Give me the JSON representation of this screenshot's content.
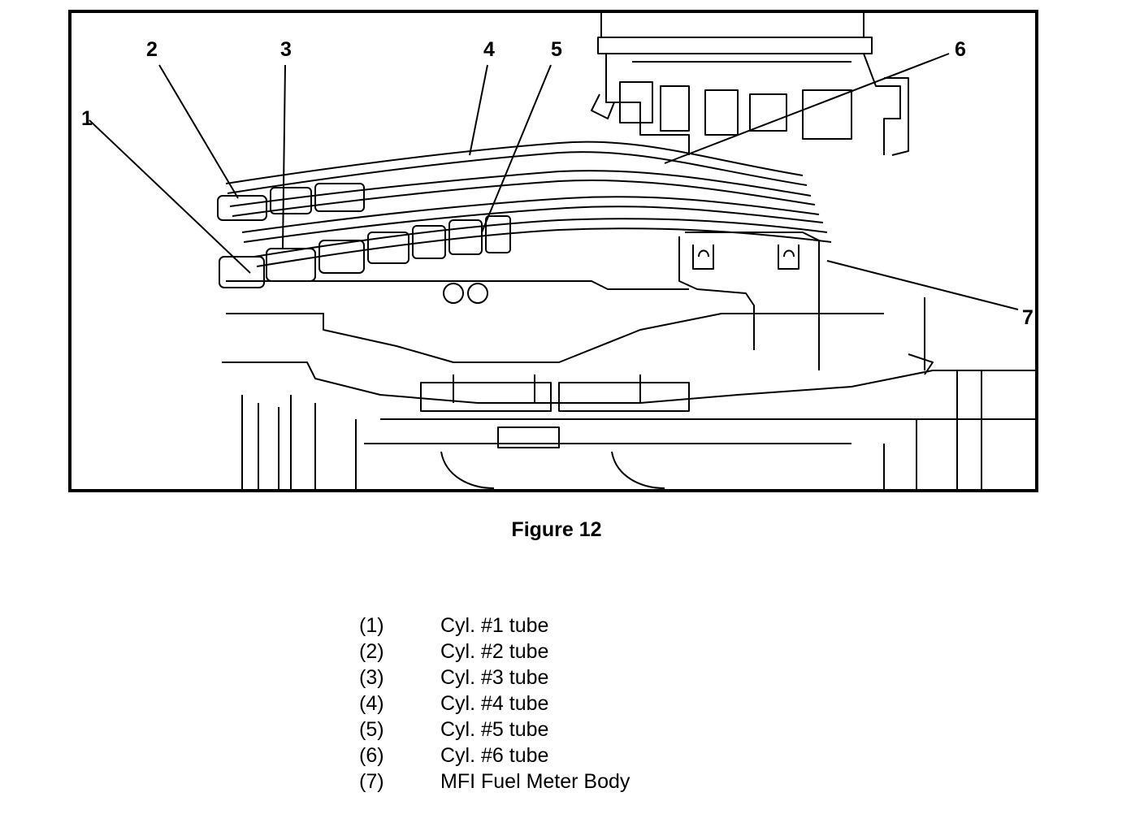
{
  "figure": {
    "caption": "Figure 12",
    "callouts": [
      "1",
      "2",
      "3",
      "4",
      "5",
      "6",
      "7"
    ]
  },
  "legend": [
    {
      "num": "(1)",
      "desc": "Cyl. #1 tube"
    },
    {
      "num": "(2)",
      "desc": "Cyl. #2 tube"
    },
    {
      "num": "(3)",
      "desc": "Cyl. #3 tube"
    },
    {
      "num": "(4)",
      "desc": "Cyl. #4 tube"
    },
    {
      "num": "(5)",
      "desc": "Cyl. #5 tube"
    },
    {
      "num": "(6)",
      "desc": "Cyl. #6 tube"
    },
    {
      "num": "(7)",
      "desc": "MFI Fuel Meter Body"
    }
  ]
}
